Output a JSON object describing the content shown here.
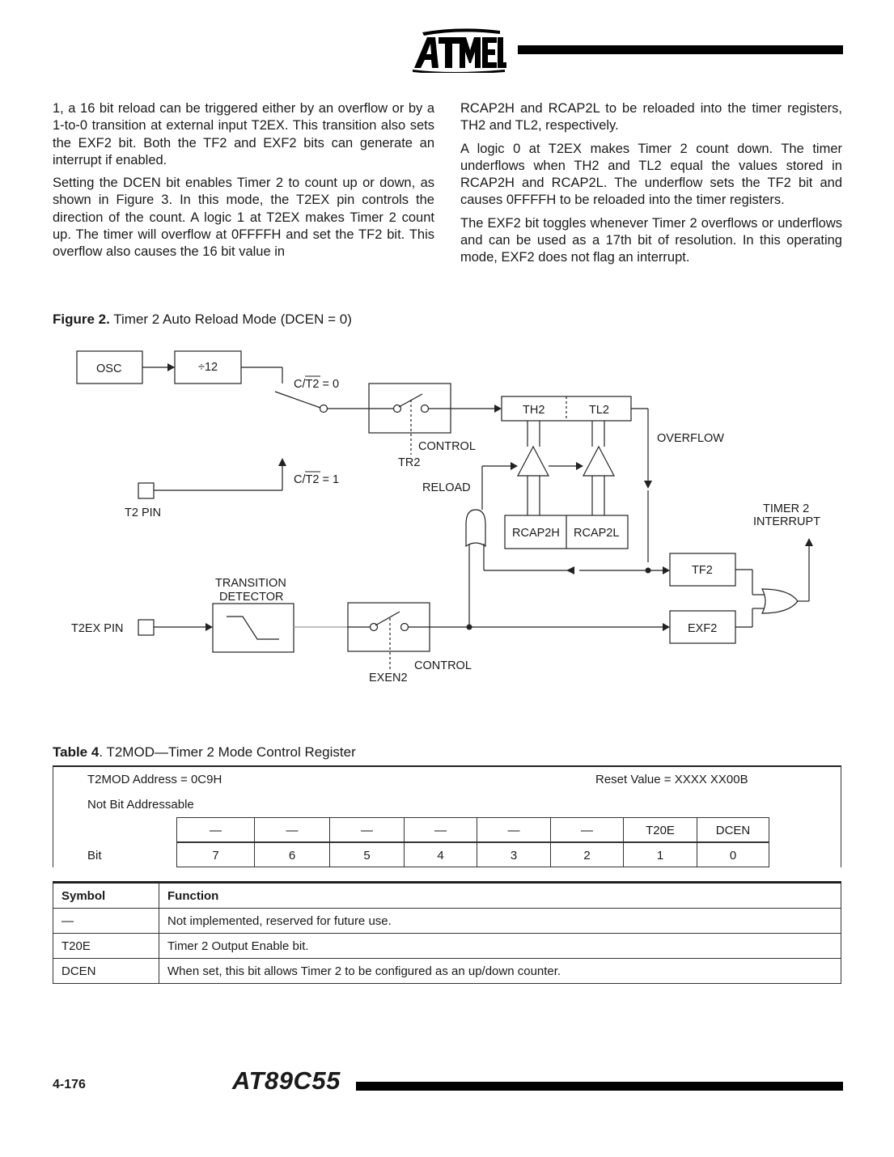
{
  "header": {
    "logo_icon": "atmel-logo-icon",
    "logo_text": "ATMEL"
  },
  "body": {
    "left": [
      "1, a 16 bit reload can be triggered either by an overflow or by a 1-to-0 transition at external input T2EX. This transition also sets the EXF2 bit. Both the TF2 and EXF2 bits can generate an interrupt if enabled.",
      "Setting the DCEN bit enables Timer 2 to count up or down, as shown in Figure 3. In this mode, the T2EX pin controls the direction of the count. A logic 1 at T2EX makes Timer 2 count up. The timer will overflow at 0FFFFH and set the TF2 bit. This overflow also causes the 16 bit value in"
    ],
    "right": [
      "RCAP2H and RCAP2L to be reloaded into the timer registers, TH2 and TL2, respectively.",
      "A logic 0 at T2EX makes Timer 2 count down. The timer underflows when TH2 and TL2 equal the values stored in RCAP2H and RCAP2L. The underflow sets the TF2 bit and causes 0FFFFH to be reloaded into the timer registers.",
      "The EXF2 bit toggles whenever Timer 2 overflows or underflows and can be used as a 17th bit of resolution. In this operating mode, EXF2 does not flag an interrupt."
    ]
  },
  "figure": {
    "caption_label": "Figure 2.",
    "caption_text": " Timer 2 Auto Reload Mode (DCEN = 0)",
    "labels": {
      "osc": "OSC",
      "div12": "÷12",
      "ct2_0": "C/T2  =  0",
      "ct2_1": "C/T2  =  1",
      "th2": "TH2",
      "tl2": "TL2",
      "control_top": "CONTROL",
      "tr2": "TR2",
      "overflow": "OVERFLOW",
      "t2pin": "T2  PIN",
      "reload": "RELOAD",
      "rcap2h": "RCAP2H",
      "rcap2l": "RCAP2L",
      "timer2": "TIMER  2",
      "interrupt": "INTERRUPT",
      "transition": "TRANSITION",
      "detector": "DETECTOR",
      "tf2": "TF2",
      "t2expin": "T2EX  PIN",
      "exf2": "EXF2",
      "control_bottom": "CONTROL",
      "exen2": "EXEN2"
    }
  },
  "register_table": {
    "caption_label": "Table 4",
    "caption_text": ".  T2MOD—Timer 2 Mode Control Register",
    "address": "T2MOD Address = 0C9H",
    "reset": "Reset Value = XXXX XX00B",
    "addressable": "Not Bit Addressable",
    "bit_label": "Bit",
    "bit_names": [
      "—",
      "—",
      "—",
      "—",
      "—",
      "—",
      "T20E",
      "DCEN"
    ],
    "bit_numbers": [
      "7",
      "6",
      "5",
      "4",
      "3",
      "2",
      "1",
      "0"
    ]
  },
  "symbol_table": {
    "headers": [
      "Symbol",
      "Function"
    ],
    "rows": [
      [
        "—",
        "Not implemented, reserved for future use."
      ],
      [
        "T20E",
        "Timer 2 Output Enable bit."
      ],
      [
        "DCEN",
        "When set, this bit allows Timer 2 to be configured as an up/down counter."
      ]
    ]
  },
  "footer": {
    "page_number": "4-176",
    "part_number": "AT89C55"
  }
}
